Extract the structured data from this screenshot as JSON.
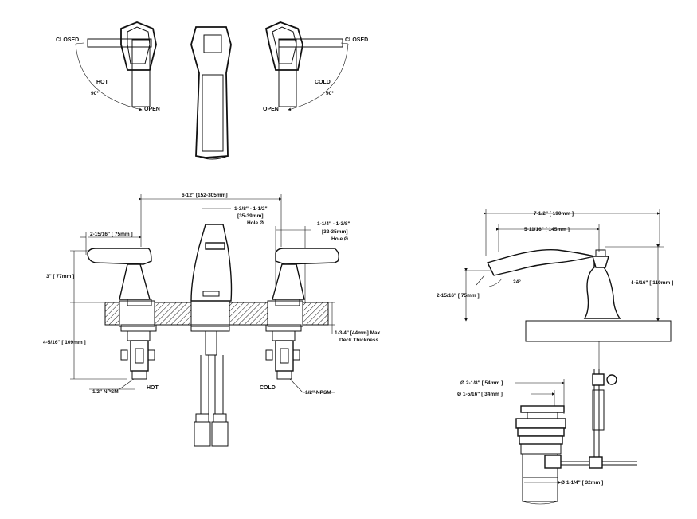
{
  "top_view": {
    "left": {
      "closed": "CLOSED",
      "hot": "HOT",
      "angle": "90°",
      "open": "OPEN"
    },
    "right": {
      "closed": "CLOSED",
      "cold": "COLD",
      "angle": "90°",
      "open": "OPEN"
    }
  },
  "front_view": {
    "spread": "6-12\" [152-305mm]",
    "spout_hole_1": "1-3/8\" - 1-1/2\"",
    "spout_hole_2": "[35-39mm]",
    "spout_hole_3": "Hole Ø",
    "valve_hole_1": "1-1/4\" - 1-3/8\"",
    "valve_hole_2": "[32-35mm]",
    "valve_hole_3": "Hole Ø",
    "handle_reach": "2-15/16\" [ 75mm ]",
    "handle_height": "3\" [ 77mm ]",
    "below_deck": "4-5/16\" [ 109mm ]",
    "deck_1": "1-3/4\" [44mm] Max.",
    "deck_2": "Deck Thickness",
    "npsm_left": "1/2\" NPSM",
    "hot": "HOT",
    "cold": "COLD",
    "npsm_right": "1/2\" NPSM"
  },
  "side_view": {
    "overall": "7-1/2\" [ 190mm ]",
    "spout_reach": "5-11/16\" [ 145mm ]",
    "height": "4-5/16\" [ 110mm ]",
    "aerator_height": "2-15/16\" [ 75mm ]",
    "angle": "24°"
  },
  "drain_view": {
    "outer_dia": "Ø 2-1/8\" [ 54mm ]",
    "inner_dia": "Ø 1-5/16\" [ 34mm ]",
    "tail_dia": "Ø 1-1/4\" [ 32mm ]"
  }
}
